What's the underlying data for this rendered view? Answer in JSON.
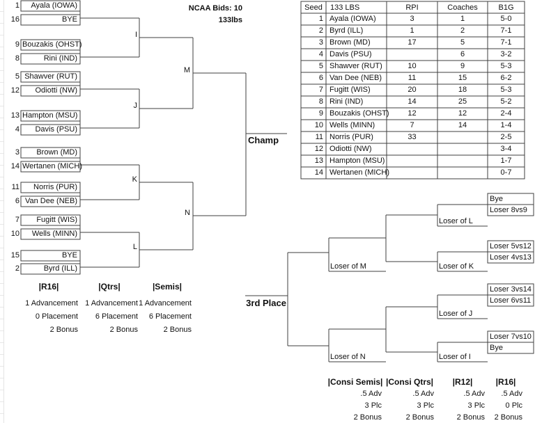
{
  "title": {
    "bids": "NCAA Bids: 10",
    "weight_class": "133lbs"
  },
  "bracket": {
    "champ_label": "Champ",
    "third_label": "3rd Place",
    "match_labels": {
      "r1": [
        "I",
        "J",
        "K",
        "L"
      ],
      "semis": [
        "M",
        "N"
      ]
    },
    "slots": [
      {
        "seed": "1",
        "name": "Ayala (IOWA)"
      },
      {
        "seed": "16",
        "name": "BYE"
      },
      {
        "seed": "9",
        "name": "Bouzakis (OHST)"
      },
      {
        "seed": "8",
        "name": "Rini (IND)"
      },
      {
        "seed": "5",
        "name": "Shawver (RUT)"
      },
      {
        "seed": "12",
        "name": "Odiotti (NW)"
      },
      {
        "seed": "13",
        "name": "Hampton (MSU)"
      },
      {
        "seed": "4",
        "name": "Davis (PSU)"
      },
      {
        "seed": "3",
        "name": "Brown (MD)"
      },
      {
        "seed": "14",
        "name": "Wertanen (MICH)"
      },
      {
        "seed": "11",
        "name": "Norris (PUR)"
      },
      {
        "seed": "6",
        "name": "Van Dee (NEB)"
      },
      {
        "seed": "7",
        "name": "Fugitt (WIS)"
      },
      {
        "seed": "10",
        "name": "Wells (MINN)"
      },
      {
        "seed": "15",
        "name": "BYE"
      },
      {
        "seed": "2",
        "name": "Byrd (ILL)"
      }
    ]
  },
  "consolation": {
    "entry_boxes": [
      "Bye",
      "Loser 8vs9",
      "Loser 5vs12",
      "Loser 4vs13",
      "Loser 3vs14",
      "Loser 6vs11",
      "Loser 7vs10",
      "Bye"
    ],
    "round2": [
      "Loser of L",
      "Loser of K",
      "Loser of J",
      "Loser of I"
    ],
    "semis": [
      "Loser of M",
      "Loser of N"
    ]
  },
  "seed_table": {
    "headers": [
      "Seed",
      "133 LBS",
      "RPI",
      "Coaches",
      "B1G"
    ],
    "rows": [
      {
        "seed": "1",
        "name": "Ayala (IOWA)",
        "rpi": "3",
        "coaches": "1",
        "b1g": "5-0"
      },
      {
        "seed": "2",
        "name": "Byrd (ILL)",
        "rpi": "1",
        "coaches": "2",
        "b1g": "7-1"
      },
      {
        "seed": "3",
        "name": "Brown (MD)",
        "rpi": "17",
        "coaches": "5",
        "b1g": "7-1"
      },
      {
        "seed": "4",
        "name": "Davis (PSU)",
        "rpi": "",
        "coaches": "6",
        "b1g": "3-2"
      },
      {
        "seed": "5",
        "name": "Shawver (RUT)",
        "rpi": "10",
        "coaches": "9",
        "b1g": "5-3"
      },
      {
        "seed": "6",
        "name": "Van Dee (NEB)",
        "rpi": "11",
        "coaches": "15",
        "b1g": "6-2"
      },
      {
        "seed": "7",
        "name": "Fugitt (WIS)",
        "rpi": "20",
        "coaches": "18",
        "b1g": "5-3"
      },
      {
        "seed": "8",
        "name": "Rini (IND)",
        "rpi": "14",
        "coaches": "25",
        "b1g": "5-2"
      },
      {
        "seed": "9",
        "name": "Bouzakis (OHST)",
        "rpi": "12",
        "coaches": "12",
        "b1g": "2-4"
      },
      {
        "seed": "10",
        "name": "Wells (MINN)",
        "rpi": "7",
        "coaches": "14",
        "b1g": "1-4"
      },
      {
        "seed": "11",
        "name": "Norris (PUR)",
        "rpi": "33",
        "coaches": "",
        "b1g": "2-5"
      },
      {
        "seed": "12",
        "name": "Odiotti (NW)",
        "rpi": "",
        "coaches": "",
        "b1g": "3-4"
      },
      {
        "seed": "13",
        "name": "Hampton (MSU)",
        "rpi": "",
        "coaches": "",
        "b1g": "1-7"
      },
      {
        "seed": "14",
        "name": "Wertanen (MICH)",
        "rpi": "",
        "coaches": "",
        "b1g": "0-7"
      }
    ]
  },
  "scoring_main": {
    "columns": [
      {
        "header": "|R16|",
        "lines": [
          "1 Advancement",
          "0 Placement",
          "2 Bonus"
        ]
      },
      {
        "header": "|Qtrs|",
        "lines": [
          "1 Advancement",
          "6 Placement",
          "2 Bonus"
        ]
      },
      {
        "header": "|Semis|",
        "lines": [
          "1 Advancement",
          "6 Placement",
          "2 Bonus"
        ]
      }
    ]
  },
  "scoring_consi": {
    "columns": [
      {
        "header": "|Consi Semis|",
        "lines": [
          ".5 Adv",
          "3 Plc",
          "2 Bonus"
        ]
      },
      {
        "header": "|Consi Qtrs|",
        "lines": [
          ".5 Adv",
          "3 Plc",
          "2 Bonus"
        ]
      },
      {
        "header": "|R12|",
        "lines": [
          ".5 Adv",
          "3 Plc",
          "2 Bonus"
        ]
      },
      {
        "header": "|R16|",
        "lines": [
          ".5 Adv",
          "0 Plc",
          "2 Bonus"
        ]
      }
    ]
  }
}
